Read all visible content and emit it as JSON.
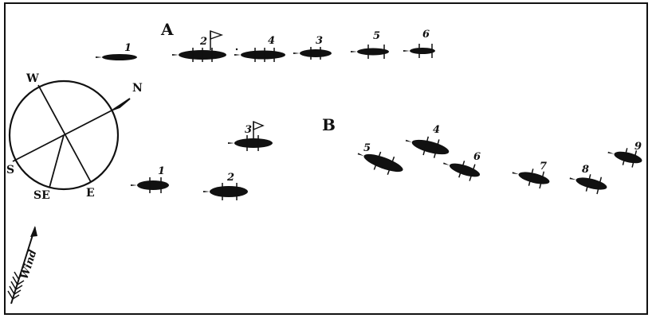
{
  "fleet_a": {
    "label": "A",
    "ships": [
      {
        "number": "1",
        "flag": false
      },
      {
        "number": "2",
        "flag": true
      },
      {
        "number": "4",
        "flag": false
      },
      {
        "number": "3",
        "flag": false
      },
      {
        "number": "5",
        "flag": false
      },
      {
        "number": "6",
        "flag": false
      }
    ]
  },
  "fleet_b": {
    "label": "B",
    "ships": [
      {
        "number": "1",
        "flag": false
      },
      {
        "number": "2",
        "flag": false
      },
      {
        "number": "3",
        "flag": true
      },
      {
        "number": "5",
        "flag": false
      },
      {
        "number": "4",
        "flag": false
      },
      {
        "number": "6",
        "flag": false
      },
      {
        "number": "7",
        "flag": false
      },
      {
        "number": "8",
        "flag": false
      },
      {
        "number": "9",
        "flag": false
      }
    ]
  },
  "compass": {
    "north": "N",
    "west": "W",
    "south": "S",
    "southeast": "SE",
    "east": "E"
  },
  "wind_label": "Wind",
  "colors": {
    "ink": "#111111",
    "paper": "#ffffff"
  }
}
